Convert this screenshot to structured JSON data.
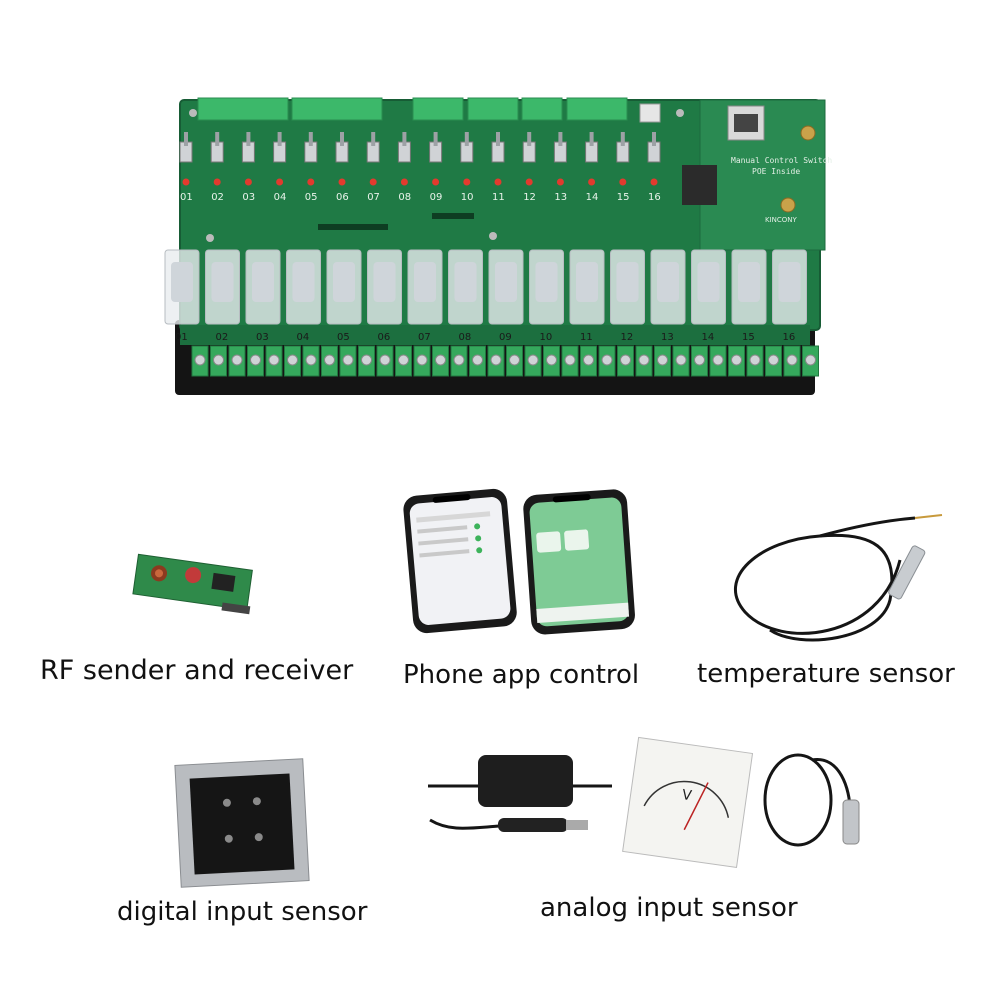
{
  "board": {
    "channels": [
      "01",
      "02",
      "03",
      "04",
      "05",
      "06",
      "07",
      "08",
      "09",
      "10",
      "11",
      "12",
      "13",
      "14",
      "15",
      "16"
    ],
    "module_line1": "Manual Control Switch",
    "module_line2": "POE Inside",
    "brand": "KINCONY"
  },
  "captions": {
    "rf": "RF sender and receiver",
    "phone": "Phone app control",
    "temperature": "temperature sensor",
    "digital": "digital input sensor",
    "analog": "analog input sensor"
  },
  "meter": {
    "unit": "V"
  }
}
